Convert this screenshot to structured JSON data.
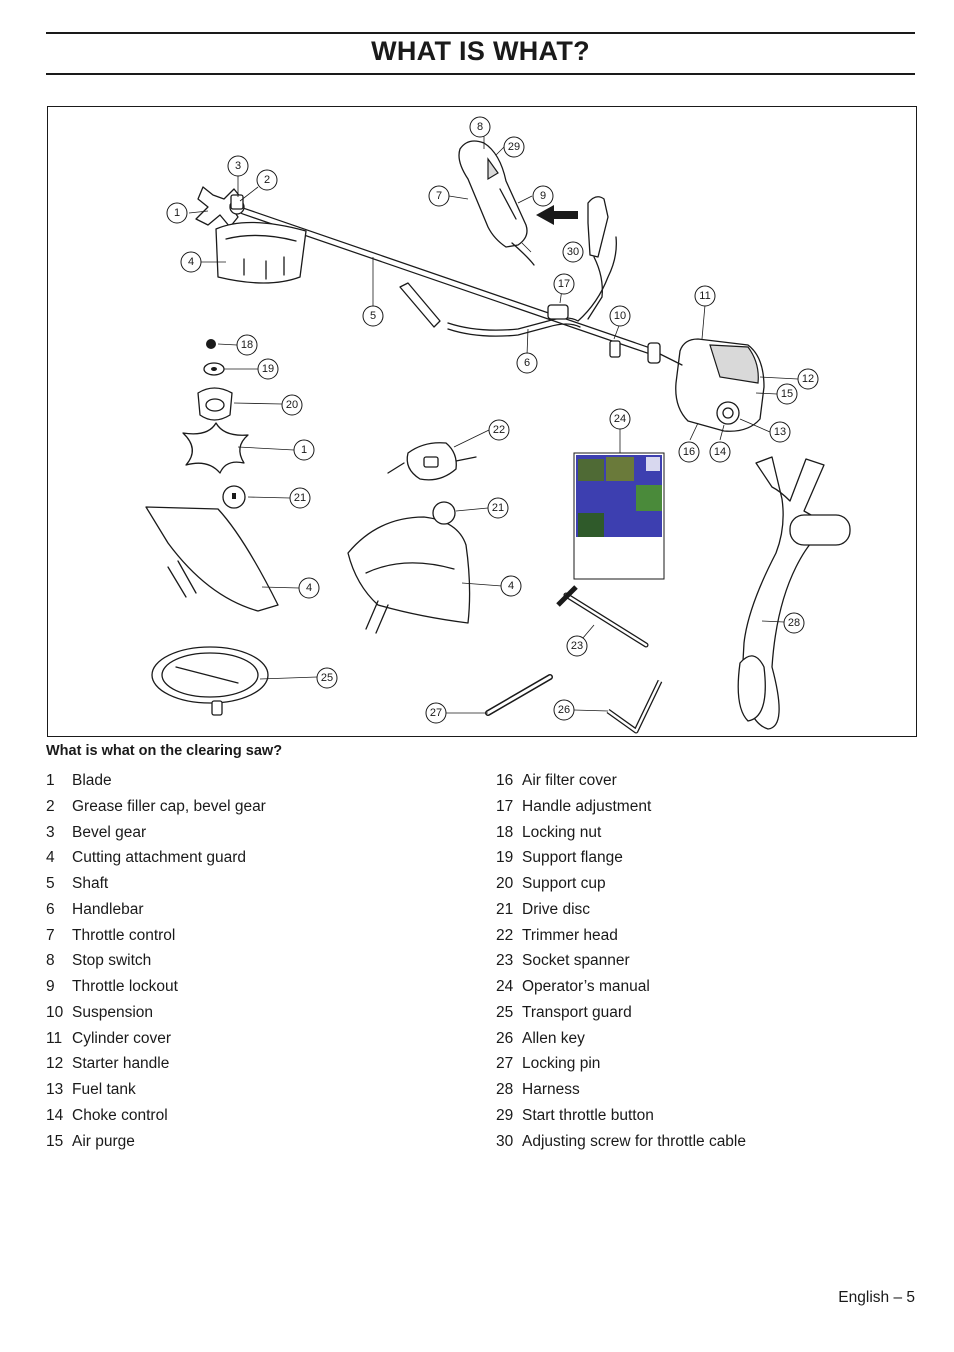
{
  "header": {
    "title": "WHAT IS WHAT?"
  },
  "figure": {
    "callouts": [
      "1",
      "2",
      "3",
      "4",
      "5",
      "6",
      "7",
      "8",
      "9",
      "10",
      "11",
      "12",
      "13",
      "14",
      "15",
      "16",
      "17",
      "18",
      "19",
      "20",
      "21",
      "22",
      "23",
      "24",
      "25",
      "26",
      "27",
      "28",
      "29",
      "30"
    ],
    "manual_cover_colors": [
      "#3d3fb0",
      "#6a7a3a",
      "#4a8a3a",
      "#2f5a2a"
    ]
  },
  "caption": "What is what on the clearing saw?",
  "parts_left": [
    {
      "num": "1",
      "label": "Blade"
    },
    {
      "num": "2",
      "label": "Grease filler cap, bevel gear"
    },
    {
      "num": "3",
      "label": "Bevel gear"
    },
    {
      "num": "4",
      "label": "Cutting attachment guard"
    },
    {
      "num": "5",
      "label": "Shaft"
    },
    {
      "num": "6",
      "label": "Handlebar"
    },
    {
      "num": "7",
      "label": "Throttle control"
    },
    {
      "num": "8",
      "label": "Stop switch"
    },
    {
      "num": "9",
      "label": "Throttle lockout"
    },
    {
      "num": "10",
      "label": "Suspension"
    },
    {
      "num": "11",
      "label": "Cylinder cover"
    },
    {
      "num": "12",
      "label": "Starter handle"
    },
    {
      "num": "13",
      "label": "Fuel tank"
    },
    {
      "num": "14",
      "label": "Choke control"
    },
    {
      "num": "15",
      "label": "Air purge"
    }
  ],
  "parts_right": [
    {
      "num": "16",
      "label": "Air filter cover"
    },
    {
      "num": "17",
      "label": "Handle adjustment"
    },
    {
      "num": "18",
      "label": "Locking nut"
    },
    {
      "num": "19",
      "label": "Support flange"
    },
    {
      "num": "20",
      "label": "Support cup"
    },
    {
      "num": "21",
      "label": "Drive disc"
    },
    {
      "num": "22",
      "label": "Trimmer head"
    },
    {
      "num": "23",
      "label": "Socket spanner"
    },
    {
      "num": "24",
      "label": "Operator’s manual"
    },
    {
      "num": "25",
      "label": "Transport guard"
    },
    {
      "num": "26",
      "label": "Allen key"
    },
    {
      "num": "27",
      "label": "Locking pin"
    },
    {
      "num": "28",
      "label": "Harness"
    },
    {
      "num": "29",
      "label": "Start throttle button"
    },
    {
      "num": "30",
      "label": "Adjusting screw for throttle cable"
    }
  ],
  "footer": {
    "page_label": "English – 5"
  }
}
